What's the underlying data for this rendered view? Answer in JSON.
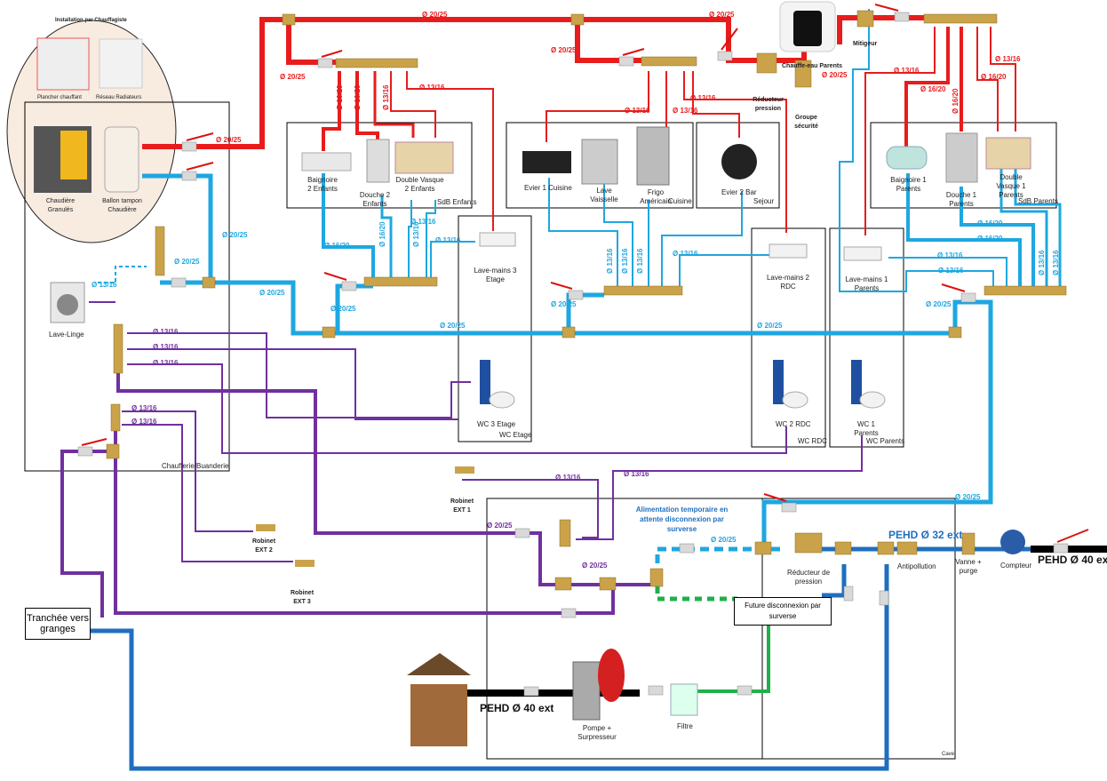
{
  "colors": {
    "hot": "#e81c1c",
    "cold": "#1ea7e1",
    "main": "#1f6fc0",
    "ext": "#7030a0",
    "future": "#1fb04a",
    "pehd": "#000000",
    "fitting": "#c9a24a"
  },
  "heating_zone": {
    "title": "Installation par Chauffagiste",
    "floor_heating": "Plancher chauffant",
    "radiators": "Réseau Radiateurs",
    "boiler": "Chaudière Granulés",
    "buffer_tank": "Ballon tampon Chaudière"
  },
  "rooms": {
    "boiler_room": "Chaufferie/Buanderie",
    "kids_bath": "SdB Enfants",
    "floor3_wc": "WC Etage",
    "kitchen": "Cuisine",
    "living": "Sejour",
    "rdc_wc": "WC RDC",
    "parents_wc": "WC Parents",
    "parents_bath": "SdB Parents",
    "cellar": "Cave"
  },
  "fixtures": {
    "washing_machine": "Lave-Linge",
    "bath2": "Baignoire 2 Enfants",
    "shower2": "Douche 2 Enfants",
    "double_sink2": "Double Vasque 2 Enfants",
    "handbasin3": "Lave-mains 3 Etage",
    "wc3": "WC 3 Etage",
    "sink1": "Evier 1 Cuisine",
    "dishwasher": "Lave Vaisselle",
    "fridge": "Frigo Américain",
    "sink2": "Evier 2 Bar",
    "handbasin2": "Lave-mains 2 RDC",
    "wc2": "WC 2 RDC",
    "handbasin1": "Lave-mains 1 Parents",
    "wc1": "WC 1 Parents",
    "bath1": "Baignoire 1 Parents",
    "shower1": "Douche 1 Parents",
    "double_sink1": "Double Vasque 1 Parents",
    "water_heater": "Chauffe-eau Parents",
    "pressure_reducer_top": "Réducteur pression",
    "safety_group": "Groupe sécurité",
    "mixer": "Mitigeur",
    "tap_ext1": "Robinet EXT 1",
    "tap_ext2": "Robinet EXT 2",
    "tap_ext3": "Robinet EXT 3",
    "trench": "Tranchée vers granges",
    "temp_supply": "Alimentation temporaire en attente disconnexion par surverse",
    "pressure_reducer": "Réducteur de pression",
    "antipollution": "Antipollution",
    "valve_purge": "Vanne + purge",
    "meter": "Compteur",
    "future_disconnect": "Future disconnexion par surverse",
    "filter": "Filtre",
    "pump": "Pompe + Surpresseur"
  },
  "pipe_labels": {
    "hot": [
      "Ø 20/25",
      "Ø 20/25",
      "Ø 20/25",
      "Ø 20/25",
      "Ø 20/25",
      "Ø 20/25",
      "Ø 13/16",
      "Ø 13/16",
      "Ø 13/16",
      "Ø 13/16",
      "Ø 13/16",
      "Ø 13/16",
      "Ø 16/20",
      "Ø 16/20",
      "Ø 16/20",
      "Ø 13/16",
      "Ø 16/20",
      "Ø 16/20"
    ],
    "cold": [
      "Ø 20/25",
      "Ø 20/25",
      "Ø 20/25",
      "Ø 20/25",
      "Ø 20/25",
      "Ø 20/25",
      "Ø 20/25",
      "Ø 20/25",
      "Ø 20/25",
      "Ø 20/25",
      "Ø 13/16",
      "Ø 13/16",
      "Ø 13/16",
      "Ø 13/16",
      "Ø 13/16",
      "Ø 16/20",
      "Ø 16/20",
      "Ø 16/20",
      "Ø 16/20",
      "Ø 13/16",
      "Ø 13/16",
      "Ø 13/16",
      "Ø 13/16",
      "Ø 13/16",
      "Ø 13/16",
      "Ø 13/16"
    ],
    "ext": [
      "Ø 13/16",
      "Ø 13/16",
      "Ø 13/16",
      "Ø 13/16",
      "Ø 13/16",
      "Ø 13/16",
      "Ø 13/16",
      "Ø 20/25",
      "Ø 20/25"
    ],
    "pehd32": "PEHD Ø 32 ext",
    "pehd40_street": "PEHD Ø 40 ext",
    "pehd40_well": "PEHD Ø 40 ext"
  }
}
